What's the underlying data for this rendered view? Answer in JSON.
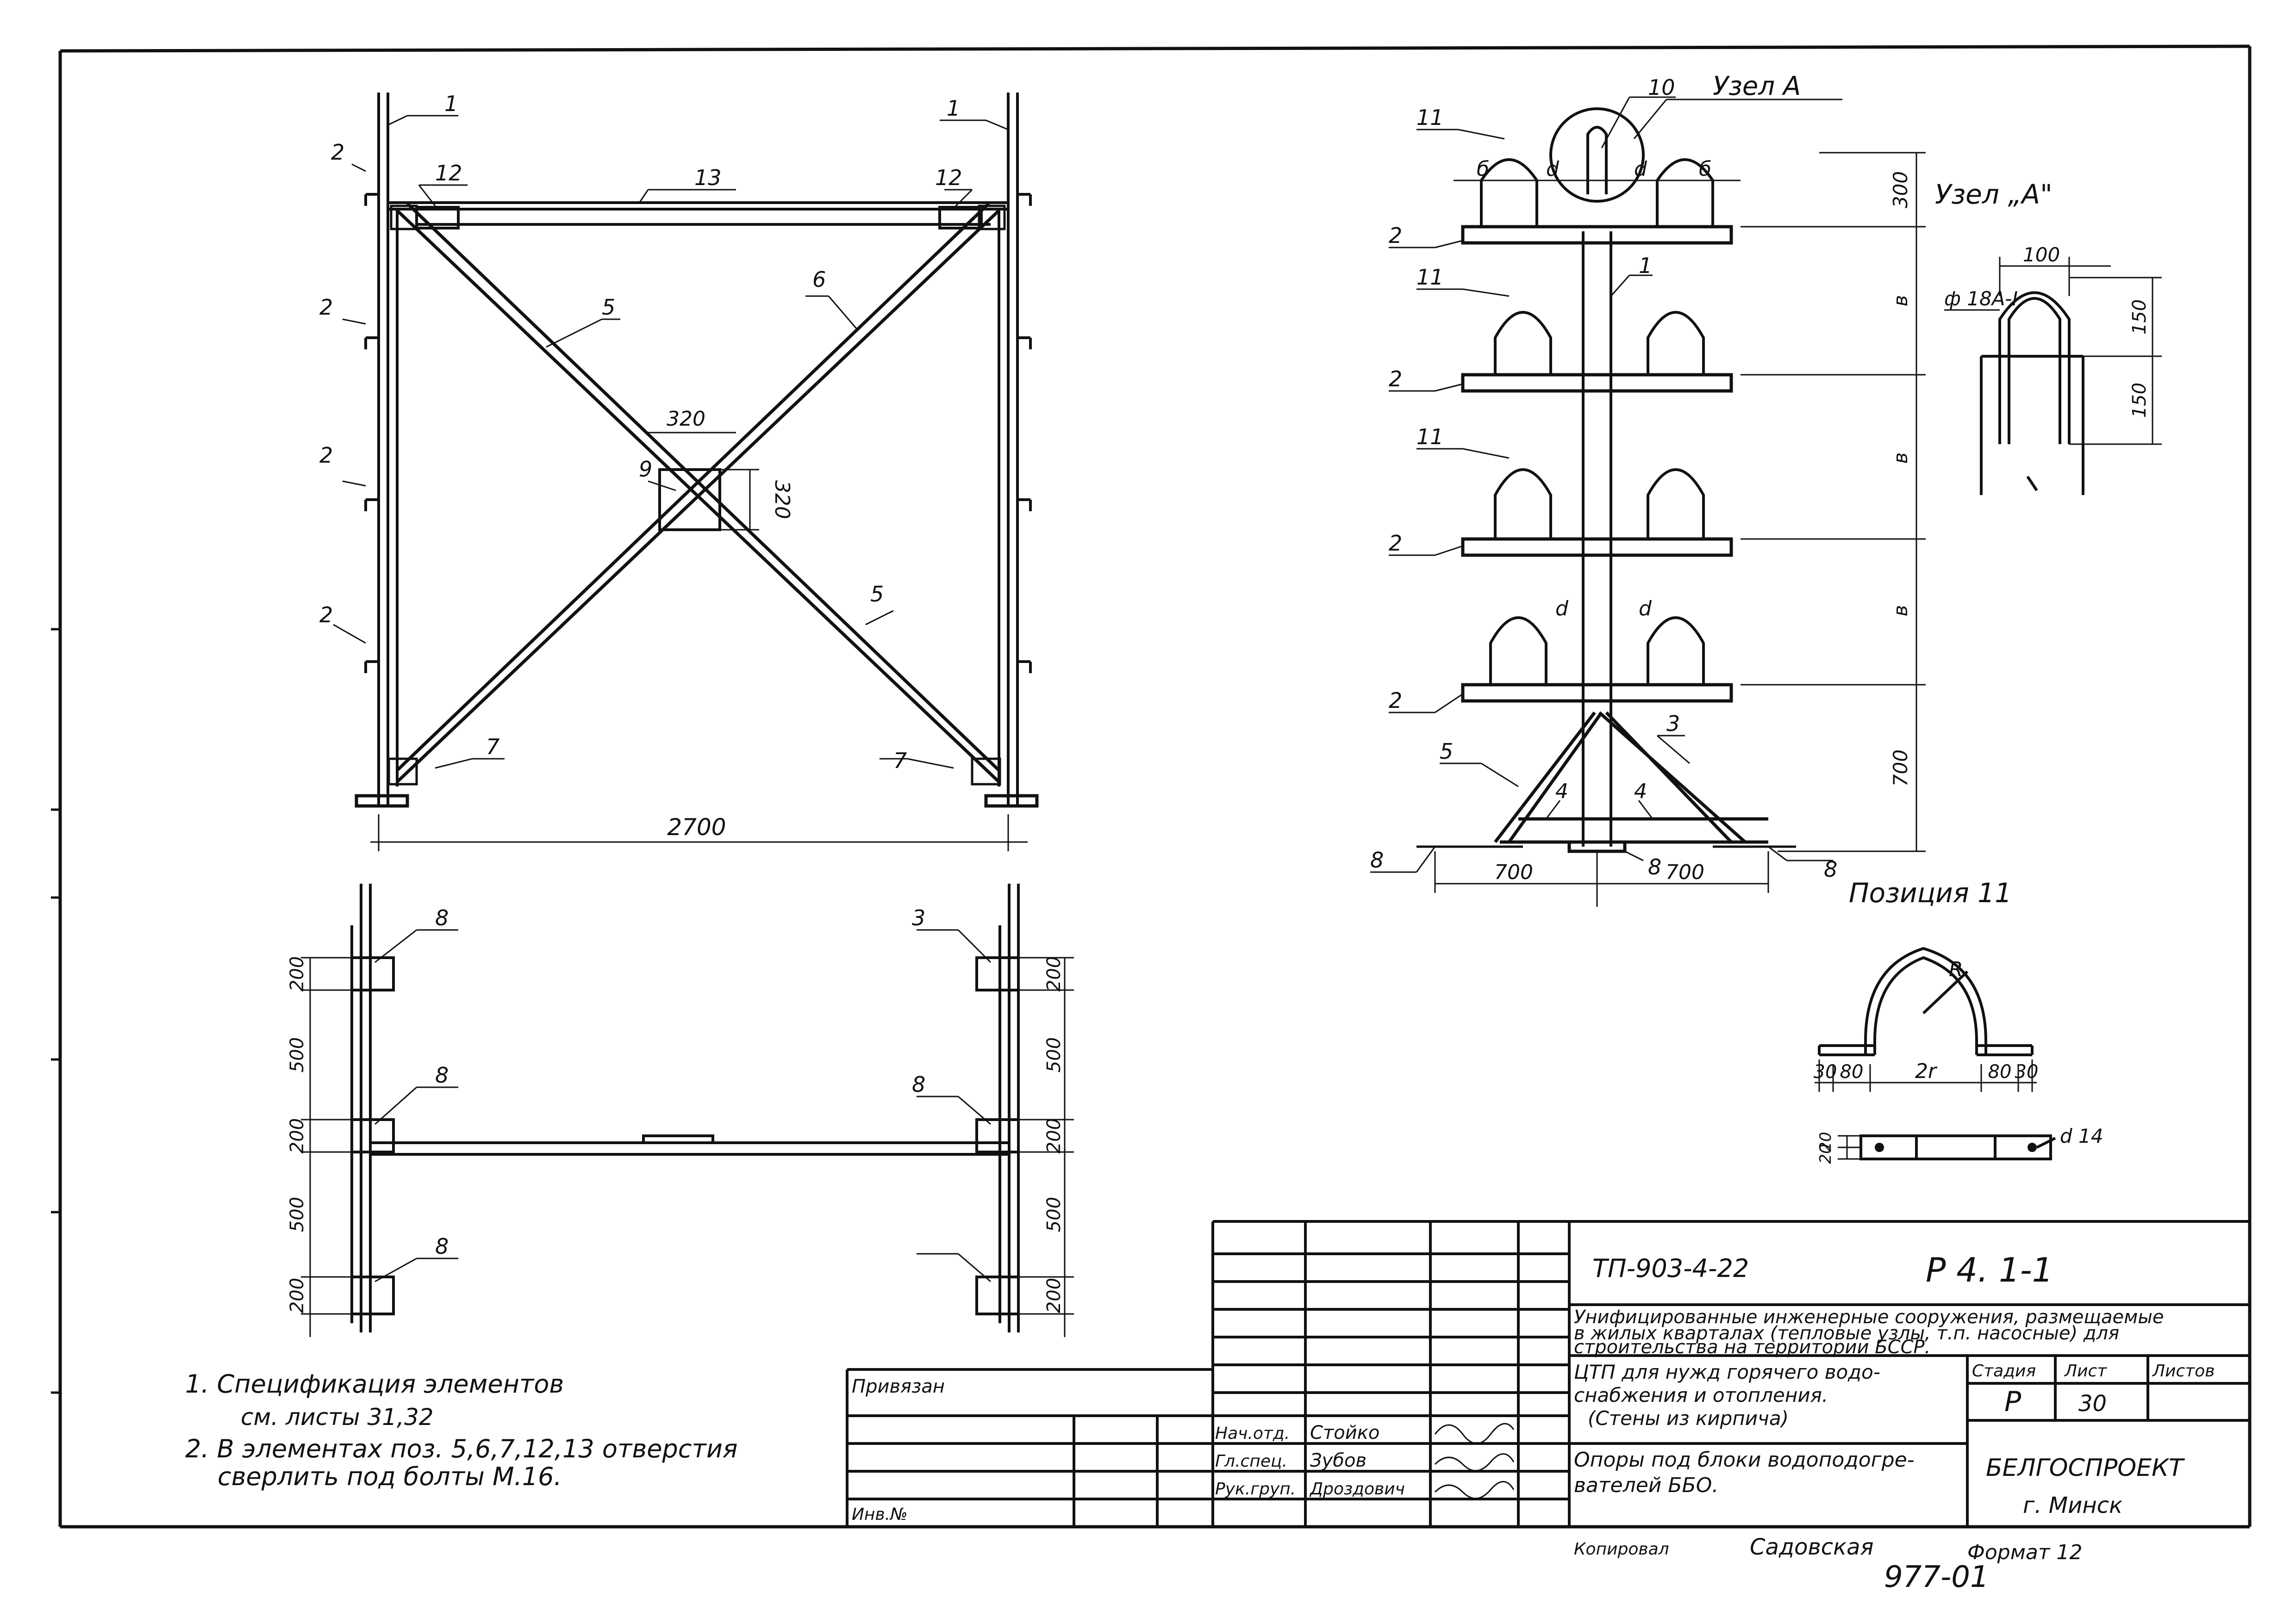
{
  "front_view": {
    "labels": {
      "p1a": "1",
      "p1b": "1",
      "p2a": "2",
      "p2b": "2",
      "p2c": "2",
      "p2d": "2",
      "p12a": "12",
      "p12b": "12",
      "p13": "13",
      "p5a": "5",
      "p5b": "5",
      "p6": "6",
      "p9": "9",
      "p7a": "7",
      "p7b": "7"
    },
    "dims": {
      "plate_w": "320",
      "plate_h": "320",
      "span": "2700"
    }
  },
  "plan_view": {
    "labels": {
      "p8a": "8",
      "p8b": "8",
      "p8c": "8",
      "p8d": "8",
      "p3": "3"
    },
    "dims_left": [
      "200",
      "500",
      "200",
      "500",
      "200"
    ],
    "dims_right": [
      "200",
      "500",
      "200",
      "500",
      "200"
    ]
  },
  "side_view": {
    "labels": {
      "p10": "10",
      "uzel": "Узел  А",
      "p11a": "11",
      "p11b": "11",
      "p11c": "11",
      "p2a": "2",
      "p2b": "2",
      "p2c": "2",
      "p2d": "2",
      "p1": "1",
      "p5": "5",
      "p3": "3",
      "p4a": "4",
      "p4b": "4",
      "p8a": "8",
      "p8b": "8",
      "p8c": "8",
      "b1": "б",
      "d1": "d",
      "d2": "d",
      "b2": "б",
      "d3": "d",
      "d4": "d"
    },
    "dims_v": [
      "300",
      "в",
      "в",
      "в",
      "700"
    ],
    "dims_h": [
      "700",
      "700"
    ]
  },
  "node_a": {
    "title": "Узел „А\"",
    "rod": "ф 18А-I",
    "width": "100",
    "h1": "150",
    "h2": "150"
  },
  "pos11": {
    "title": "Позиция 11",
    "radius": "R",
    "dims": [
      "30",
      "80",
      "2r",
      "80",
      "30"
    ],
    "hole": "d 14",
    "dims_v": [
      "20",
      "20"
    ]
  },
  "notes": [
    "1.  Спецификация  элементов",
    "см.  листы 31,32",
    "2.  В элементах поз. 5,6,7,12,13 отверстия",
    "сверлить под болты  М.16."
  ],
  "title_block": {
    "code": "ТП-903-4-22",
    "sheet_code": "Р 4.   1-1",
    "description": [
      "Унифицированные инженерные сооружения, размещаемые",
      "в жилых кварталах (тепловые узлы, т.п. насосные) для",
      "строительства на территории БССР."
    ],
    "subject": [
      "ЦТП для нужд горячего водо-",
      "снабжения и отопления.",
      "(Стены из кирпича)"
    ],
    "drawing": [
      "Опоры под блоки водоподогре-",
      "вателей ББО."
    ],
    "stage_label": "Стадия",
    "sheet_label": "Лист",
    "sheets_label": "Листов",
    "stage": "Р",
    "sheet": "30",
    "roles": [
      "Нач.отд.",
      "Гл.спец.",
      "Рук.груп."
    ],
    "names": [
      "Стойко",
      "Зубов",
      "Дроздович"
    ],
    "org": "БЕЛГОСПРОЕКТ",
    "city": "г. Минск",
    "privyazan": "Привязан",
    "inv": "Инв.№",
    "copied_label": "Копировал",
    "copied_by": "Садовская",
    "format": "Формат 12",
    "number": "977-01"
  }
}
